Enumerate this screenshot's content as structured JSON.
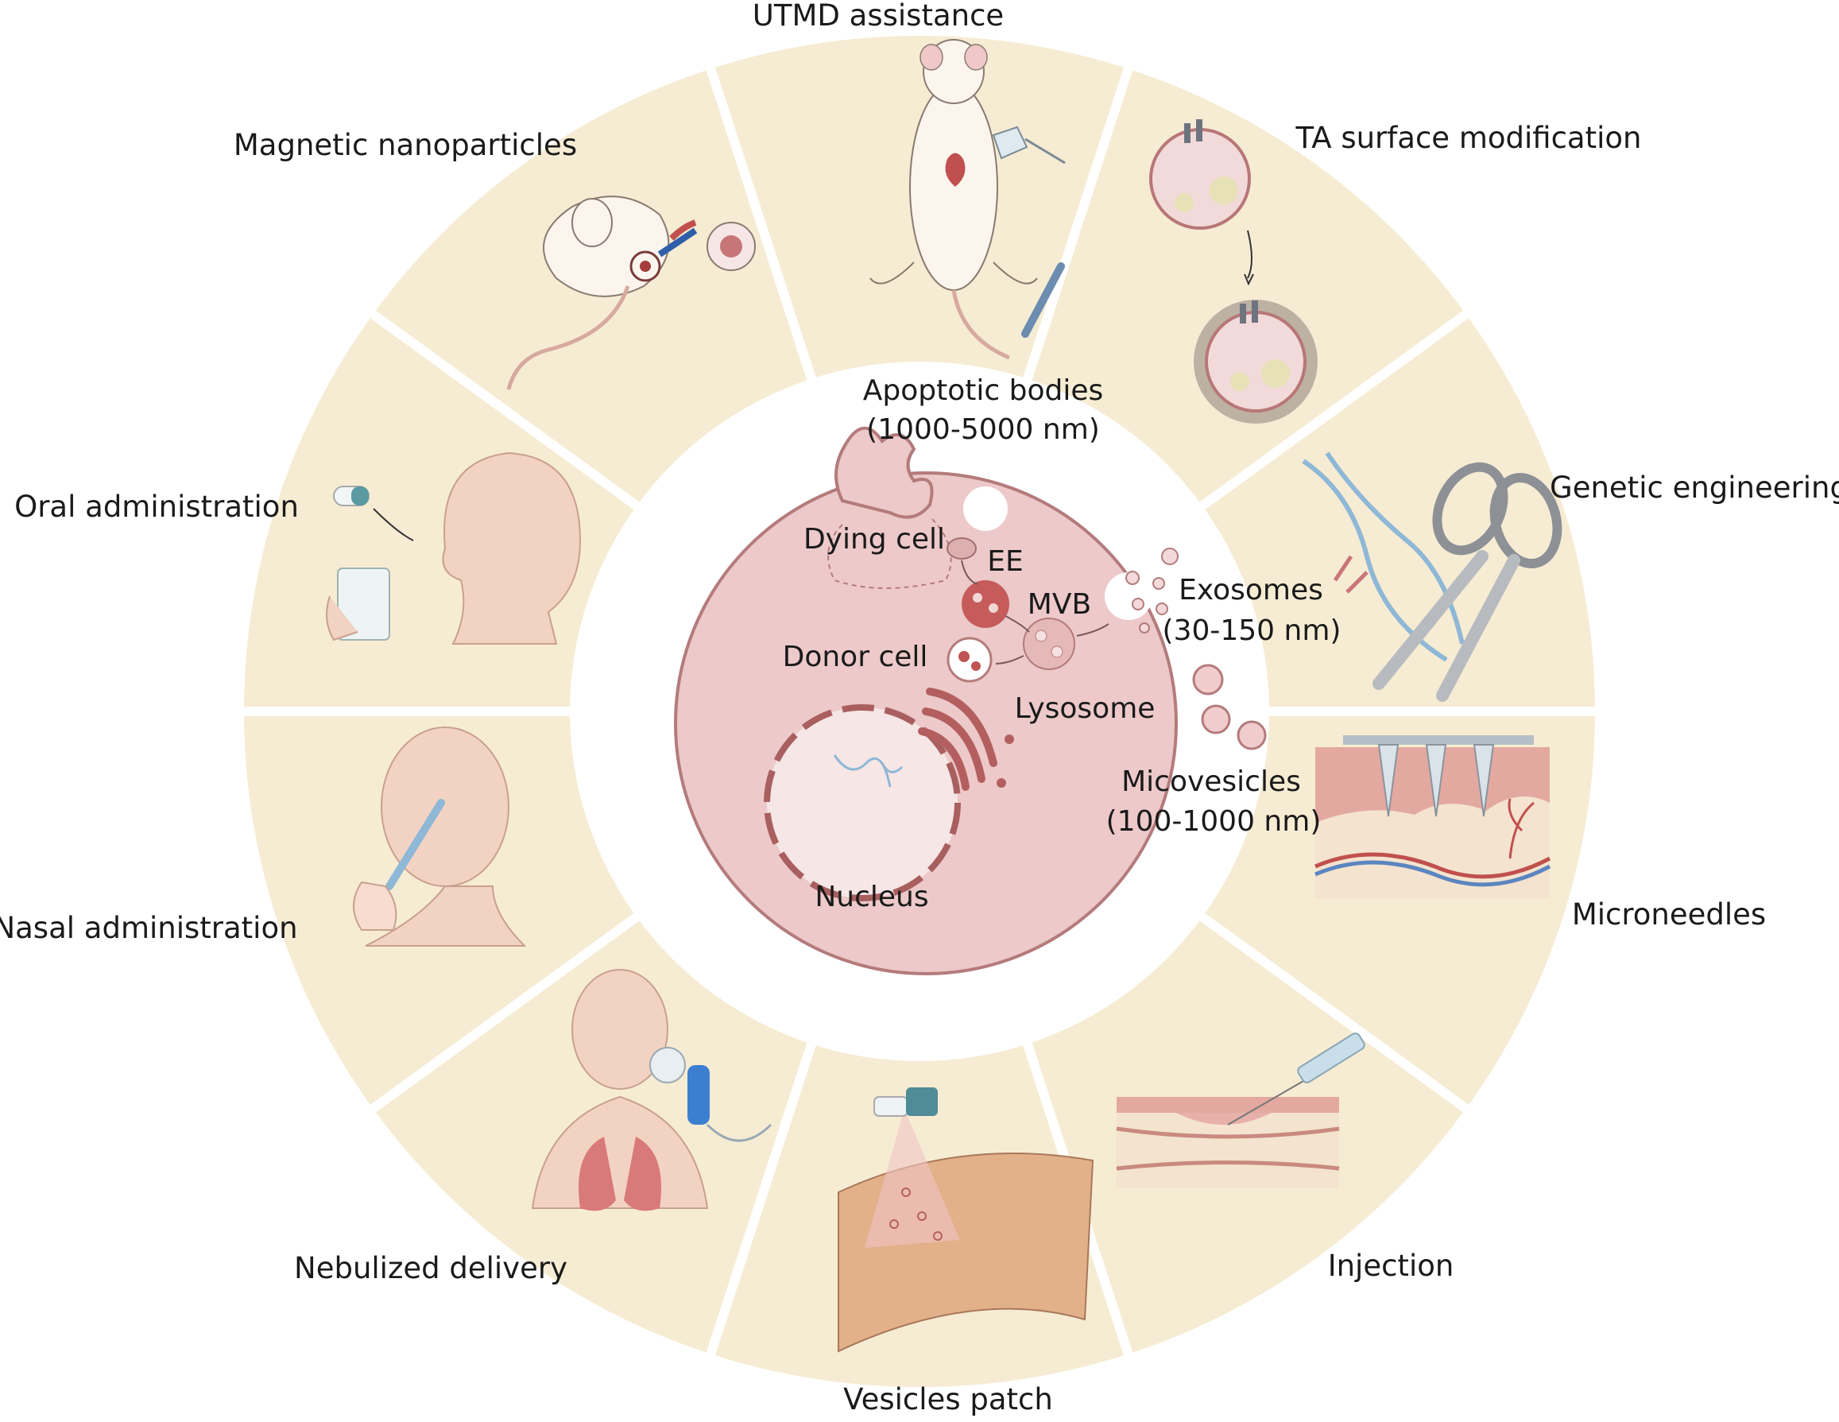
{
  "segments": [
    "UTMD assistance",
    "TA surface modification",
    "Genetic engineering",
    "Microneedles",
    "Injection",
    "Vesicles patch",
    "Nebulized delivery",
    "Nasal administration",
    "Oral administration",
    "Magnetic nanoparticles"
  ],
  "cell": {
    "apoptotic_line1": "Apoptotic bodies",
    "apoptotic_line2": "(1000-5000 nm)",
    "dying_cell": "Dying cell",
    "ee": "EE",
    "mvb": "MVB",
    "donor_cell": "Donor cell",
    "lysosome": "Lysosome",
    "nucleus": "Nucleus",
    "exosomes_line1": "Exosomes",
    "exosomes_line2": "(30-150 nm)",
    "micro_line1": "Micovesicles",
    "micro_line2": "(100-1000 nm)"
  },
  "colors": {
    "ring": "#f6ecd3",
    "separator": "#ffffff",
    "cell_fill": "#edc9c9",
    "cell_stroke": "#b47b7b",
    "organelle": "#c06a6a",
    "skin": "#f2d3c3"
  },
  "icons": [
    "mouse-ultrasound-icon",
    "modified-vesicle-icon",
    "dna-scissors-icon",
    "microneedle-skin-icon",
    "syringe-tissue-icon",
    "spray-patch-icon",
    "nebulizer-lungs-icon",
    "nasal-spray-icon",
    "pill-drinking-icon",
    "mouse-magnet-icon"
  ]
}
